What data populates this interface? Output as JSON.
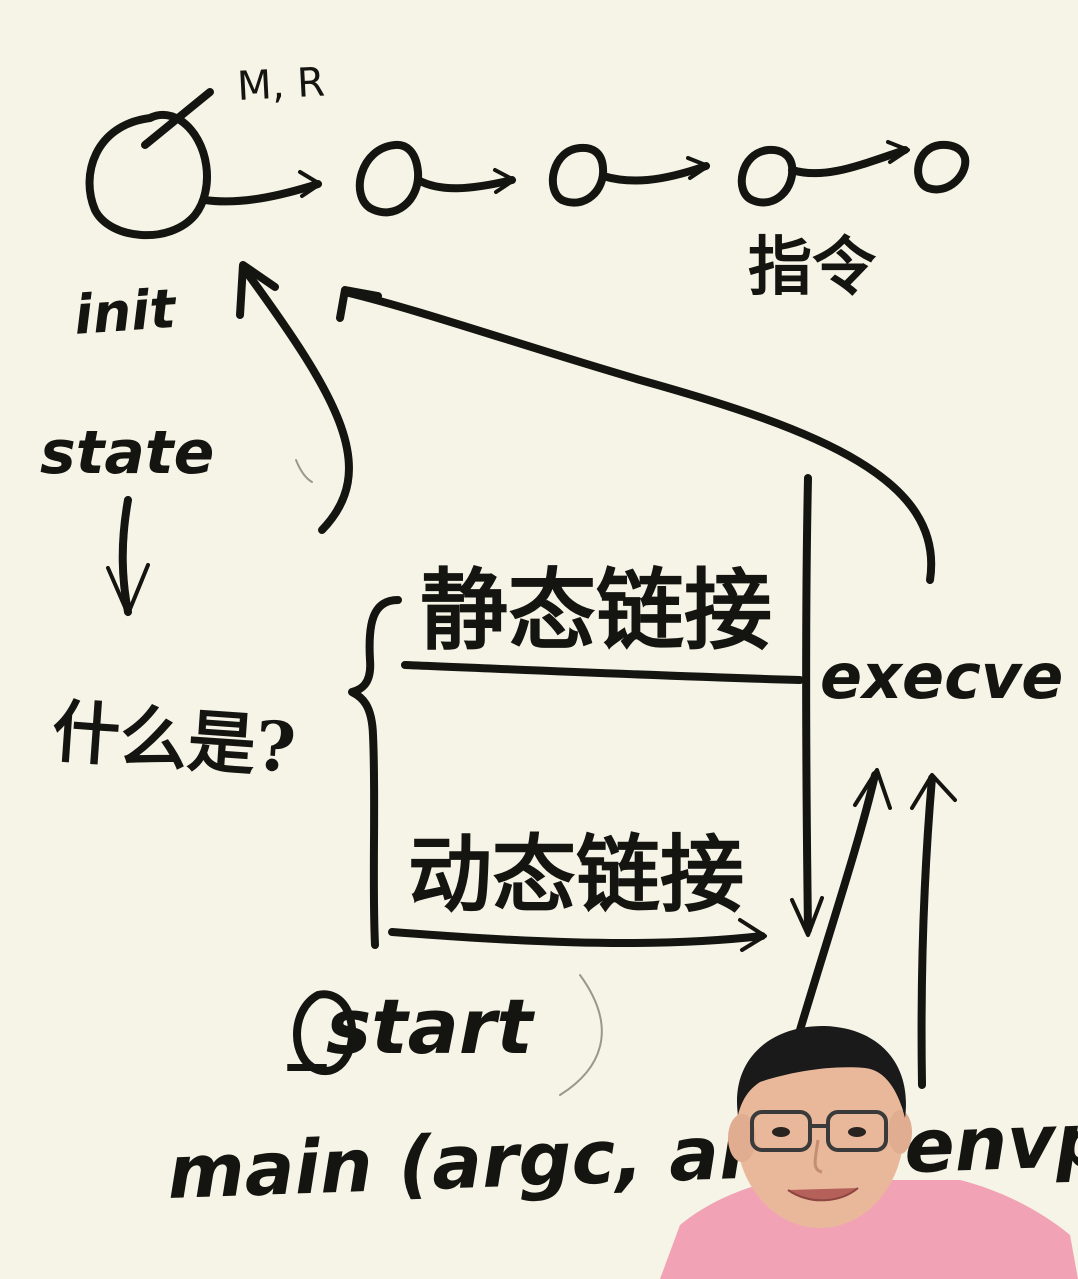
{
  "diagram": {
    "labels": {
      "mr": "M, R",
      "zhiling": "指令",
      "init": "init",
      "state": "state",
      "what_is": "什么是?",
      "static_link": "静态链接",
      "dynamic_link": "动态链接",
      "execve": "execve",
      "start": "_start",
      "main_call": "main (argc, argv, envp)"
    }
  },
  "colors": {
    "board": "#f6f4e6",
    "ink": "#141410",
    "skin": "#e9b89b",
    "hair": "#1a1a1a",
    "shirt": "#f1a3b5"
  },
  "icons": {
    "webcam": "presenter-webcam-overlay"
  }
}
